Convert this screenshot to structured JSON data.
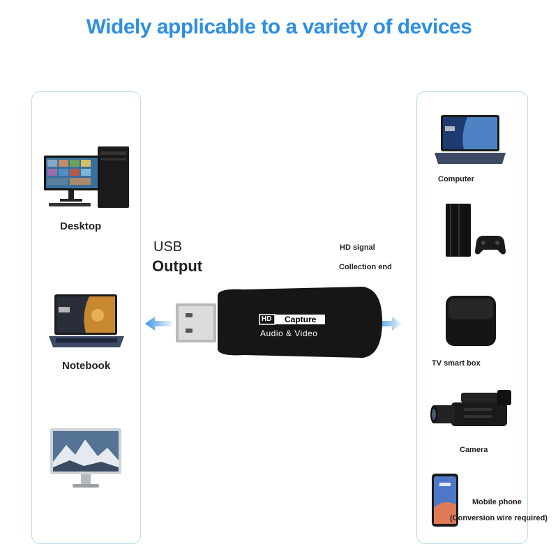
{
  "title": "Widely applicable to a variety of devices",
  "left_devices": [
    {
      "label": "Desktop"
    },
    {
      "label": "Notebook"
    },
    {
      "label": ""
    }
  ],
  "right_devices": [
    {
      "label": "Computer"
    },
    {
      "label": ""
    },
    {
      "label": "TV smart box"
    },
    {
      "label": "Camera"
    },
    {
      "label": "Mobile phone",
      "note": "(Conversion wire required)"
    }
  ],
  "usb_label": "USB",
  "output_label": "Output",
  "signal_label": "HD signal",
  "collection_label": "Collection end",
  "dongle": {
    "badge": "HD",
    "line1": "Capture",
    "line2": "Audio & Video"
  },
  "colors": {
    "title": "#2f8fe0",
    "panel_border": "#b9dcef",
    "arrow": "#3a96e6",
    "dongle": "#161616"
  }
}
